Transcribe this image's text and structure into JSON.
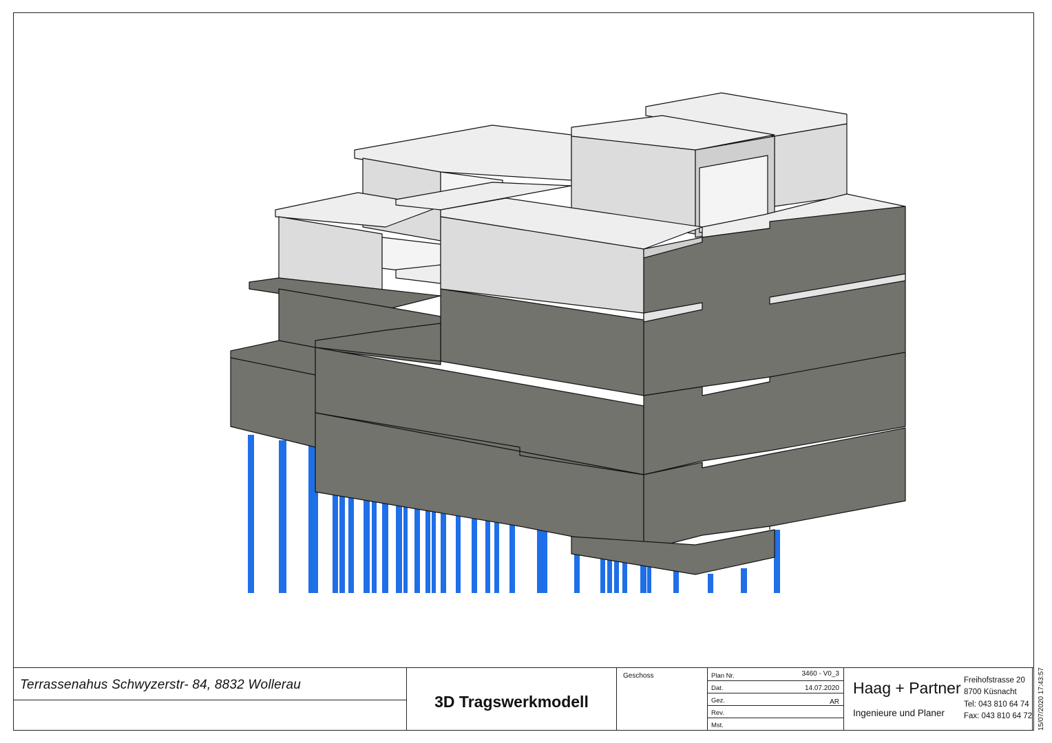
{
  "project": {
    "title": "Terrassenahus Schwyzerstr- 84, 8832 Wollerau"
  },
  "sheet": {
    "title": "3D Tragswerkmodell",
    "geschoss_label": "Geschoss"
  },
  "meta": {
    "plan_nr_label": "Plan Nr.",
    "plan_nr_value": "3460 - V0_3",
    "date_label": "Dat.",
    "date_value": "14.07.2020",
    "drawn_label": "Gez.",
    "drawn_value": "AR",
    "rev_label": "Rev.",
    "mst_label": "Mst."
  },
  "company": {
    "name": "Haag + Partner",
    "subtitle": "Ingenieure und Planer",
    "address_street": "Freihofstrasse 20",
    "address_city": "8700 Küsnacht",
    "tel": "Tel:  043 810 64 74",
    "fax": "Fax: 043 810 64 72"
  },
  "print_stamp": "15/07/2020 17:43:57",
  "colors": {
    "concrete_dark": "#72736c",
    "concrete_light": "#dcdcdc",
    "slab_top": "#eeeeee",
    "piles": "#1f6fe8",
    "lines": "#111111"
  }
}
